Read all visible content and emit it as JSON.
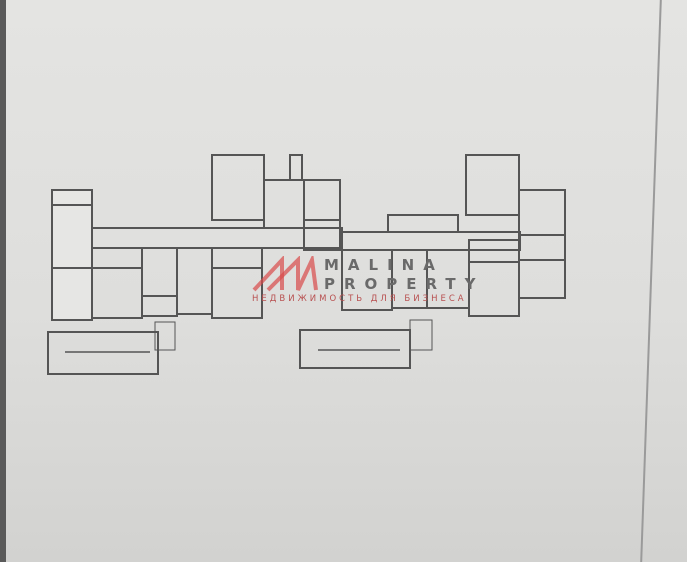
{
  "watermark": {
    "line1": "MALINA",
    "line2": "PROPERTY",
    "tagline": "НЕДВИЖИМОСТЬ ДЛЯ БИЗНЕСА",
    "logo_color": "#d94a4a"
  },
  "colors": {
    "paper": "#e2e2e0",
    "walls": "#555555"
  }
}
